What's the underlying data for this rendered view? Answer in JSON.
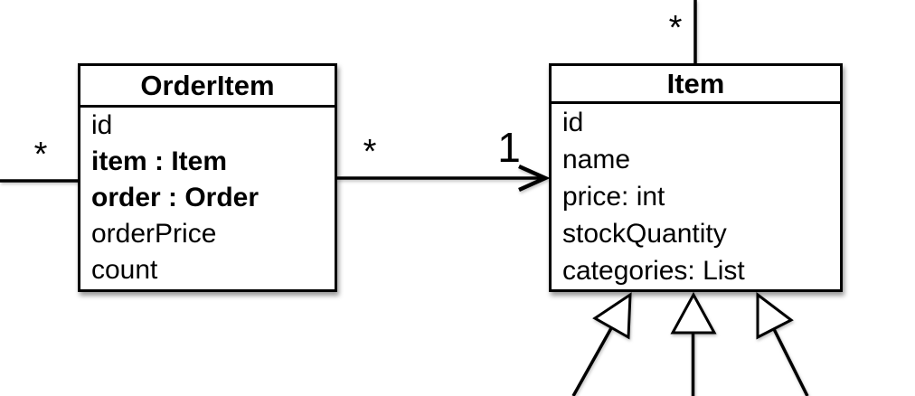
{
  "diagram": {
    "type": "uml-class-diagram",
    "classes": [
      {
        "name": "OrderItem",
        "attributes": [
          "id",
          "item : Item",
          "order : Order",
          "orderPrice",
          "count"
        ]
      },
      {
        "name": "Item",
        "attributes": [
          "id",
          "name",
          "price: int",
          "stockQuantity",
          "categories: List"
        ]
      }
    ],
    "relationships": {
      "orderitem_item_association": {
        "type": "directed-association",
        "source": "OrderItem",
        "target": "Item",
        "source_multiplicity": "*",
        "target_multiplicity": "1"
      },
      "left_edge_multiplicity": "*",
      "item_top_multiplicity": "*",
      "item_subclass_arrows": 3
    },
    "colors": {
      "line": "#000000",
      "box_fill": "#ffffff",
      "text": "#000000",
      "background": "#ffffff"
    }
  }
}
